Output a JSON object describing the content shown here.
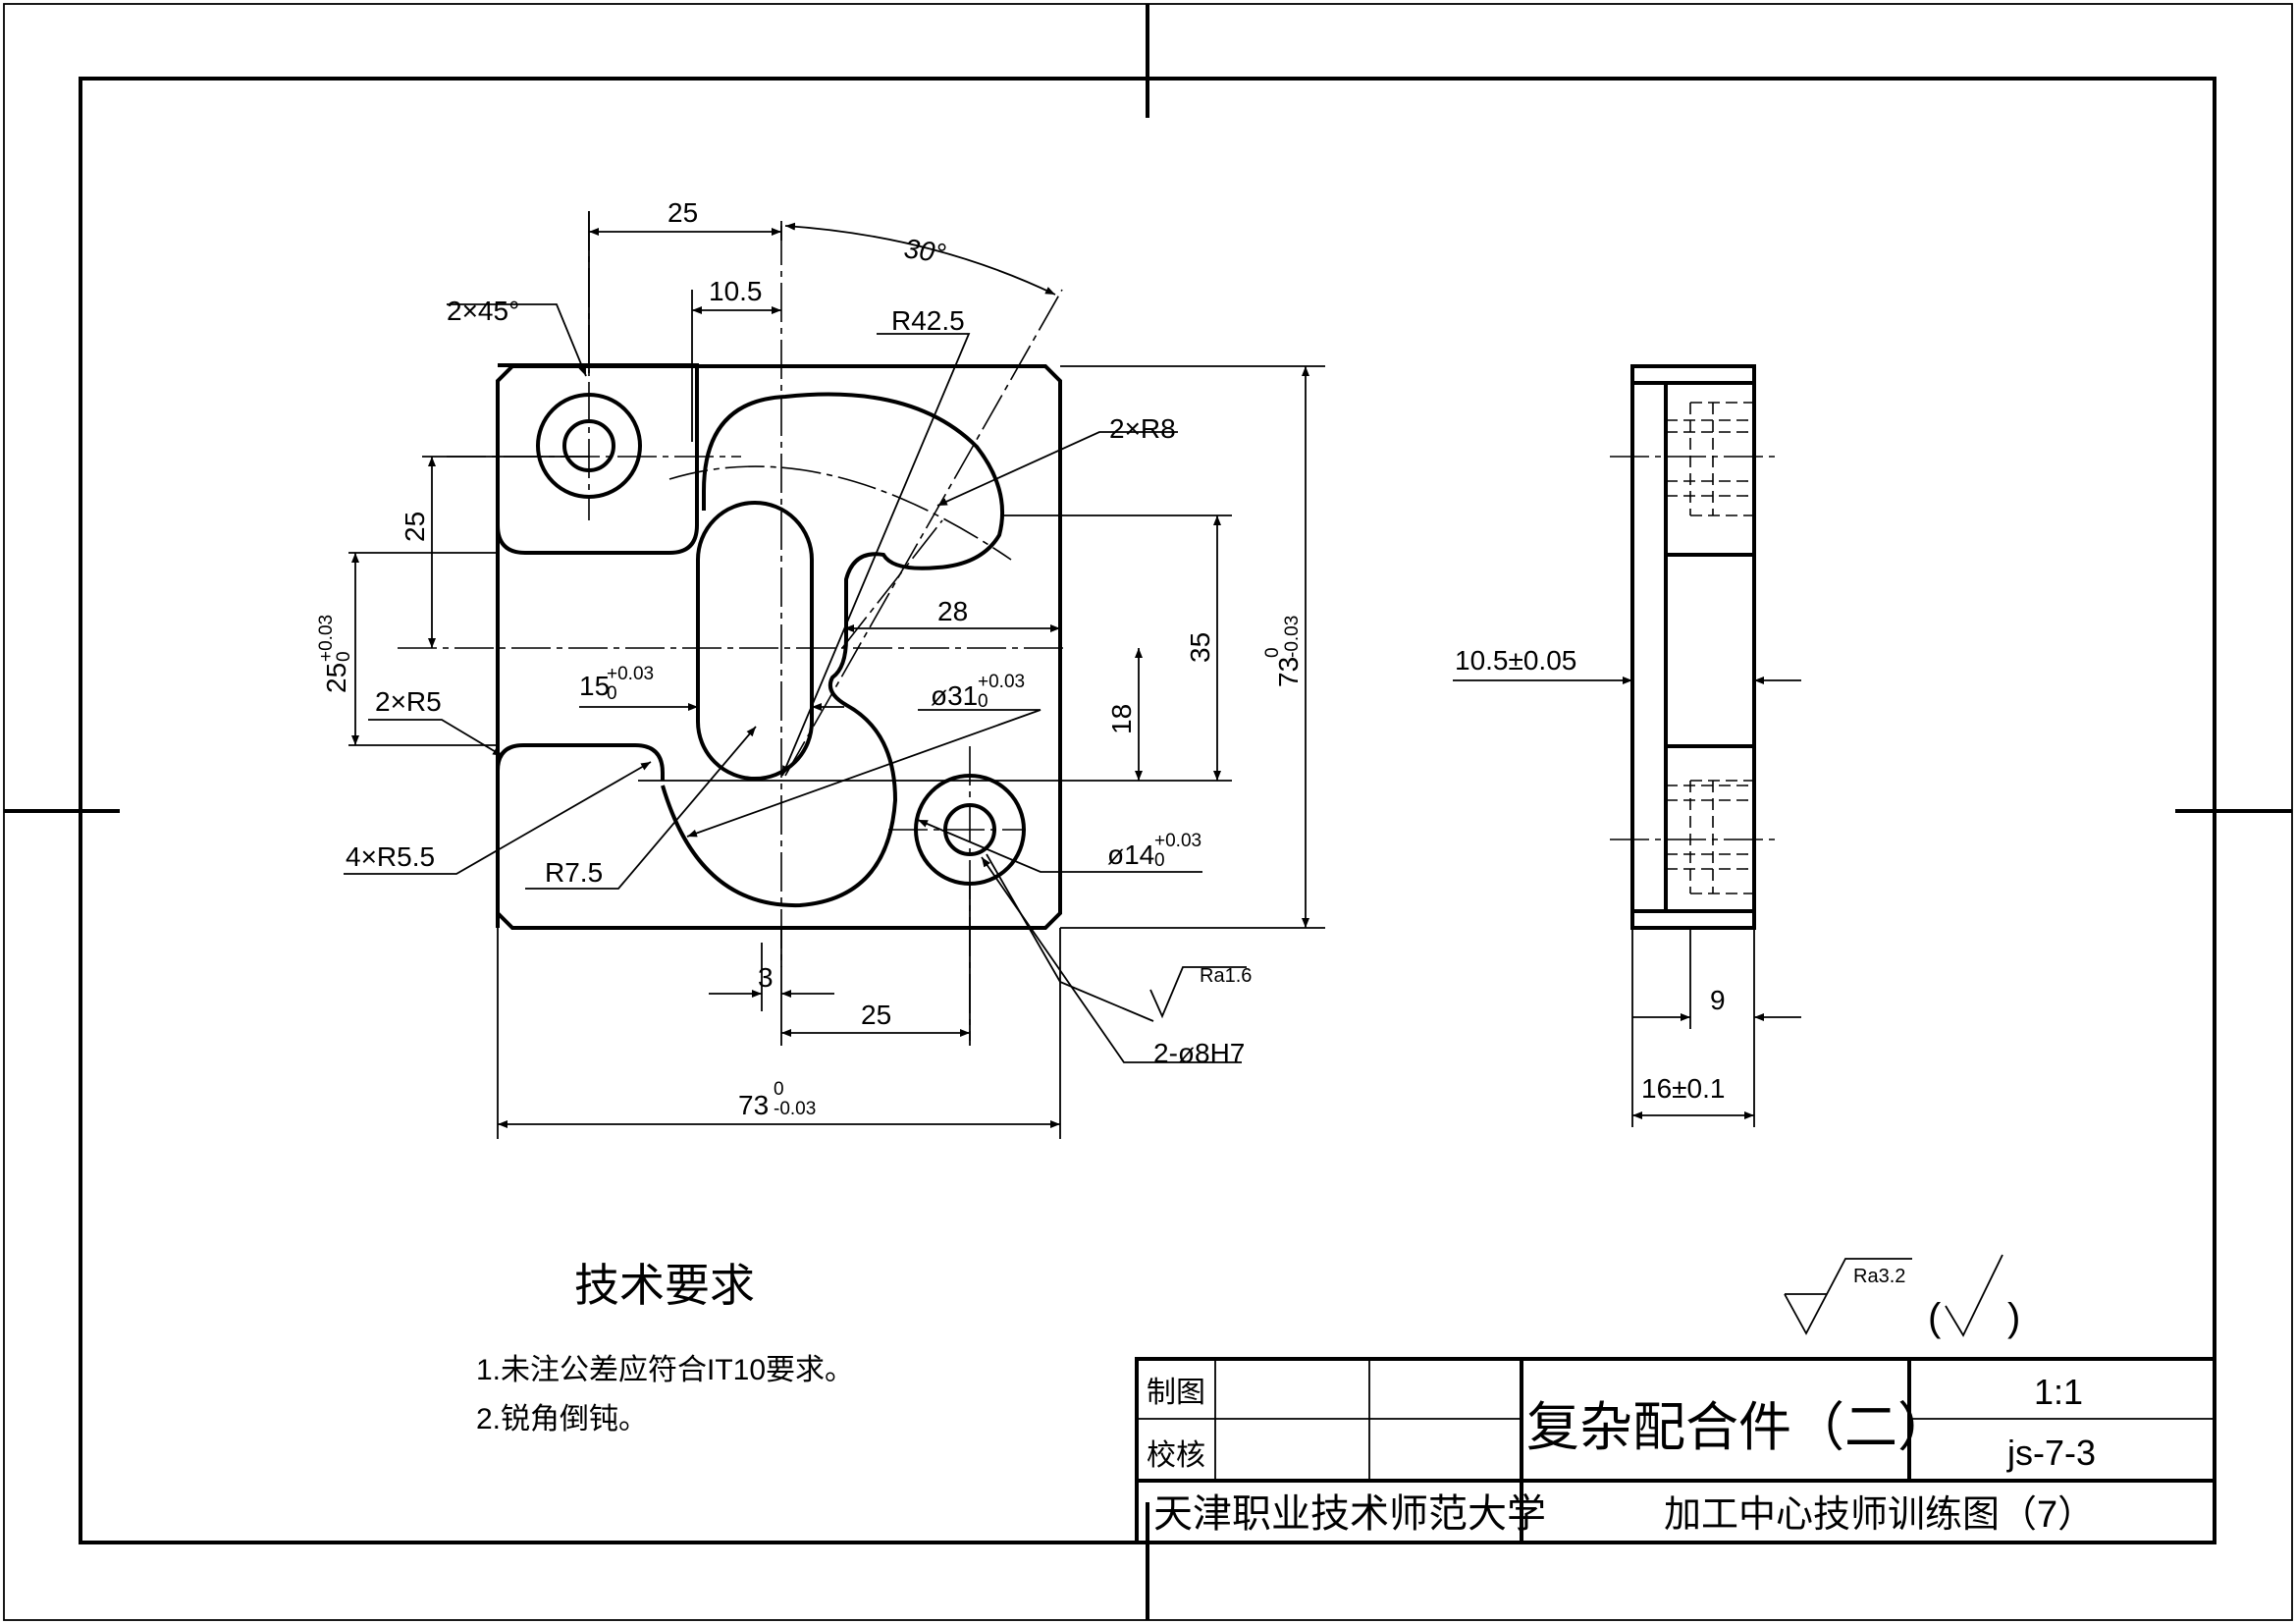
{
  "drawing": {
    "front_view": {
      "dim_25_top": "25",
      "dim_10_5": "10.5",
      "dim_angle": "30°",
      "dim_chamfer": "2×45°",
      "dim_r42_5": "R42.5",
      "dim_2r8": "2×R8",
      "dim_25_left": "25",
      "dim_25_tol_base": "25",
      "dim_25_tol_upper": "+0.03",
      "dim_25_tol_lower": "0",
      "dim_2r5": "2×R5",
      "dim_15_base": "15",
      "dim_15_upper": "+0.03",
      "dim_15_lower": "0",
      "dim_28": "28",
      "dim_phi31_base": "ø31",
      "dim_phi31_upper": "+0.03",
      "dim_phi31_lower": "0",
      "dim_35": "35",
      "dim_18": "18",
      "dim_73_right_base": "73",
      "dim_73_right_upper": "0",
      "dim_73_right_lower": "-0.03",
      "dim_4r5_5": "4×R5.5",
      "dim_r7_5": "R7.5",
      "dim_phi14_base": "ø14",
      "dim_phi14_upper": "+0.03",
      "dim_phi14_lower": "0",
      "dim_ra1_6": "Ra1.6",
      "dim_3": "3",
      "dim_25_bottom": "25",
      "dim_2phi8": "2-ø8H7",
      "dim_73_bottom_base": "73",
      "dim_73_bottom_upper": "0",
      "dim_73_bottom_lower": "-0.03"
    },
    "side_view": {
      "dim_10_5": "10.5±0.05",
      "dim_9": "9",
      "dim_16": "16±0.1"
    },
    "surface_finish": {
      "ra_label": "Ra3.2",
      "paren_open": "(",
      "paren_close": ")"
    },
    "tech_requirements": {
      "title": "技术要求",
      "items": [
        "1.未注公差应符合IT10要求。",
        "2.锐角倒钝。"
      ]
    },
    "title_block": {
      "drawn_label": "制图",
      "checked_label": "校核",
      "part_name": "复杂配合件（二）",
      "scale": "1:1",
      "drawing_no": "js-7-3",
      "school": "天津职业技术师范大学",
      "drawing_title": "加工中心技师训练图（7）"
    }
  }
}
